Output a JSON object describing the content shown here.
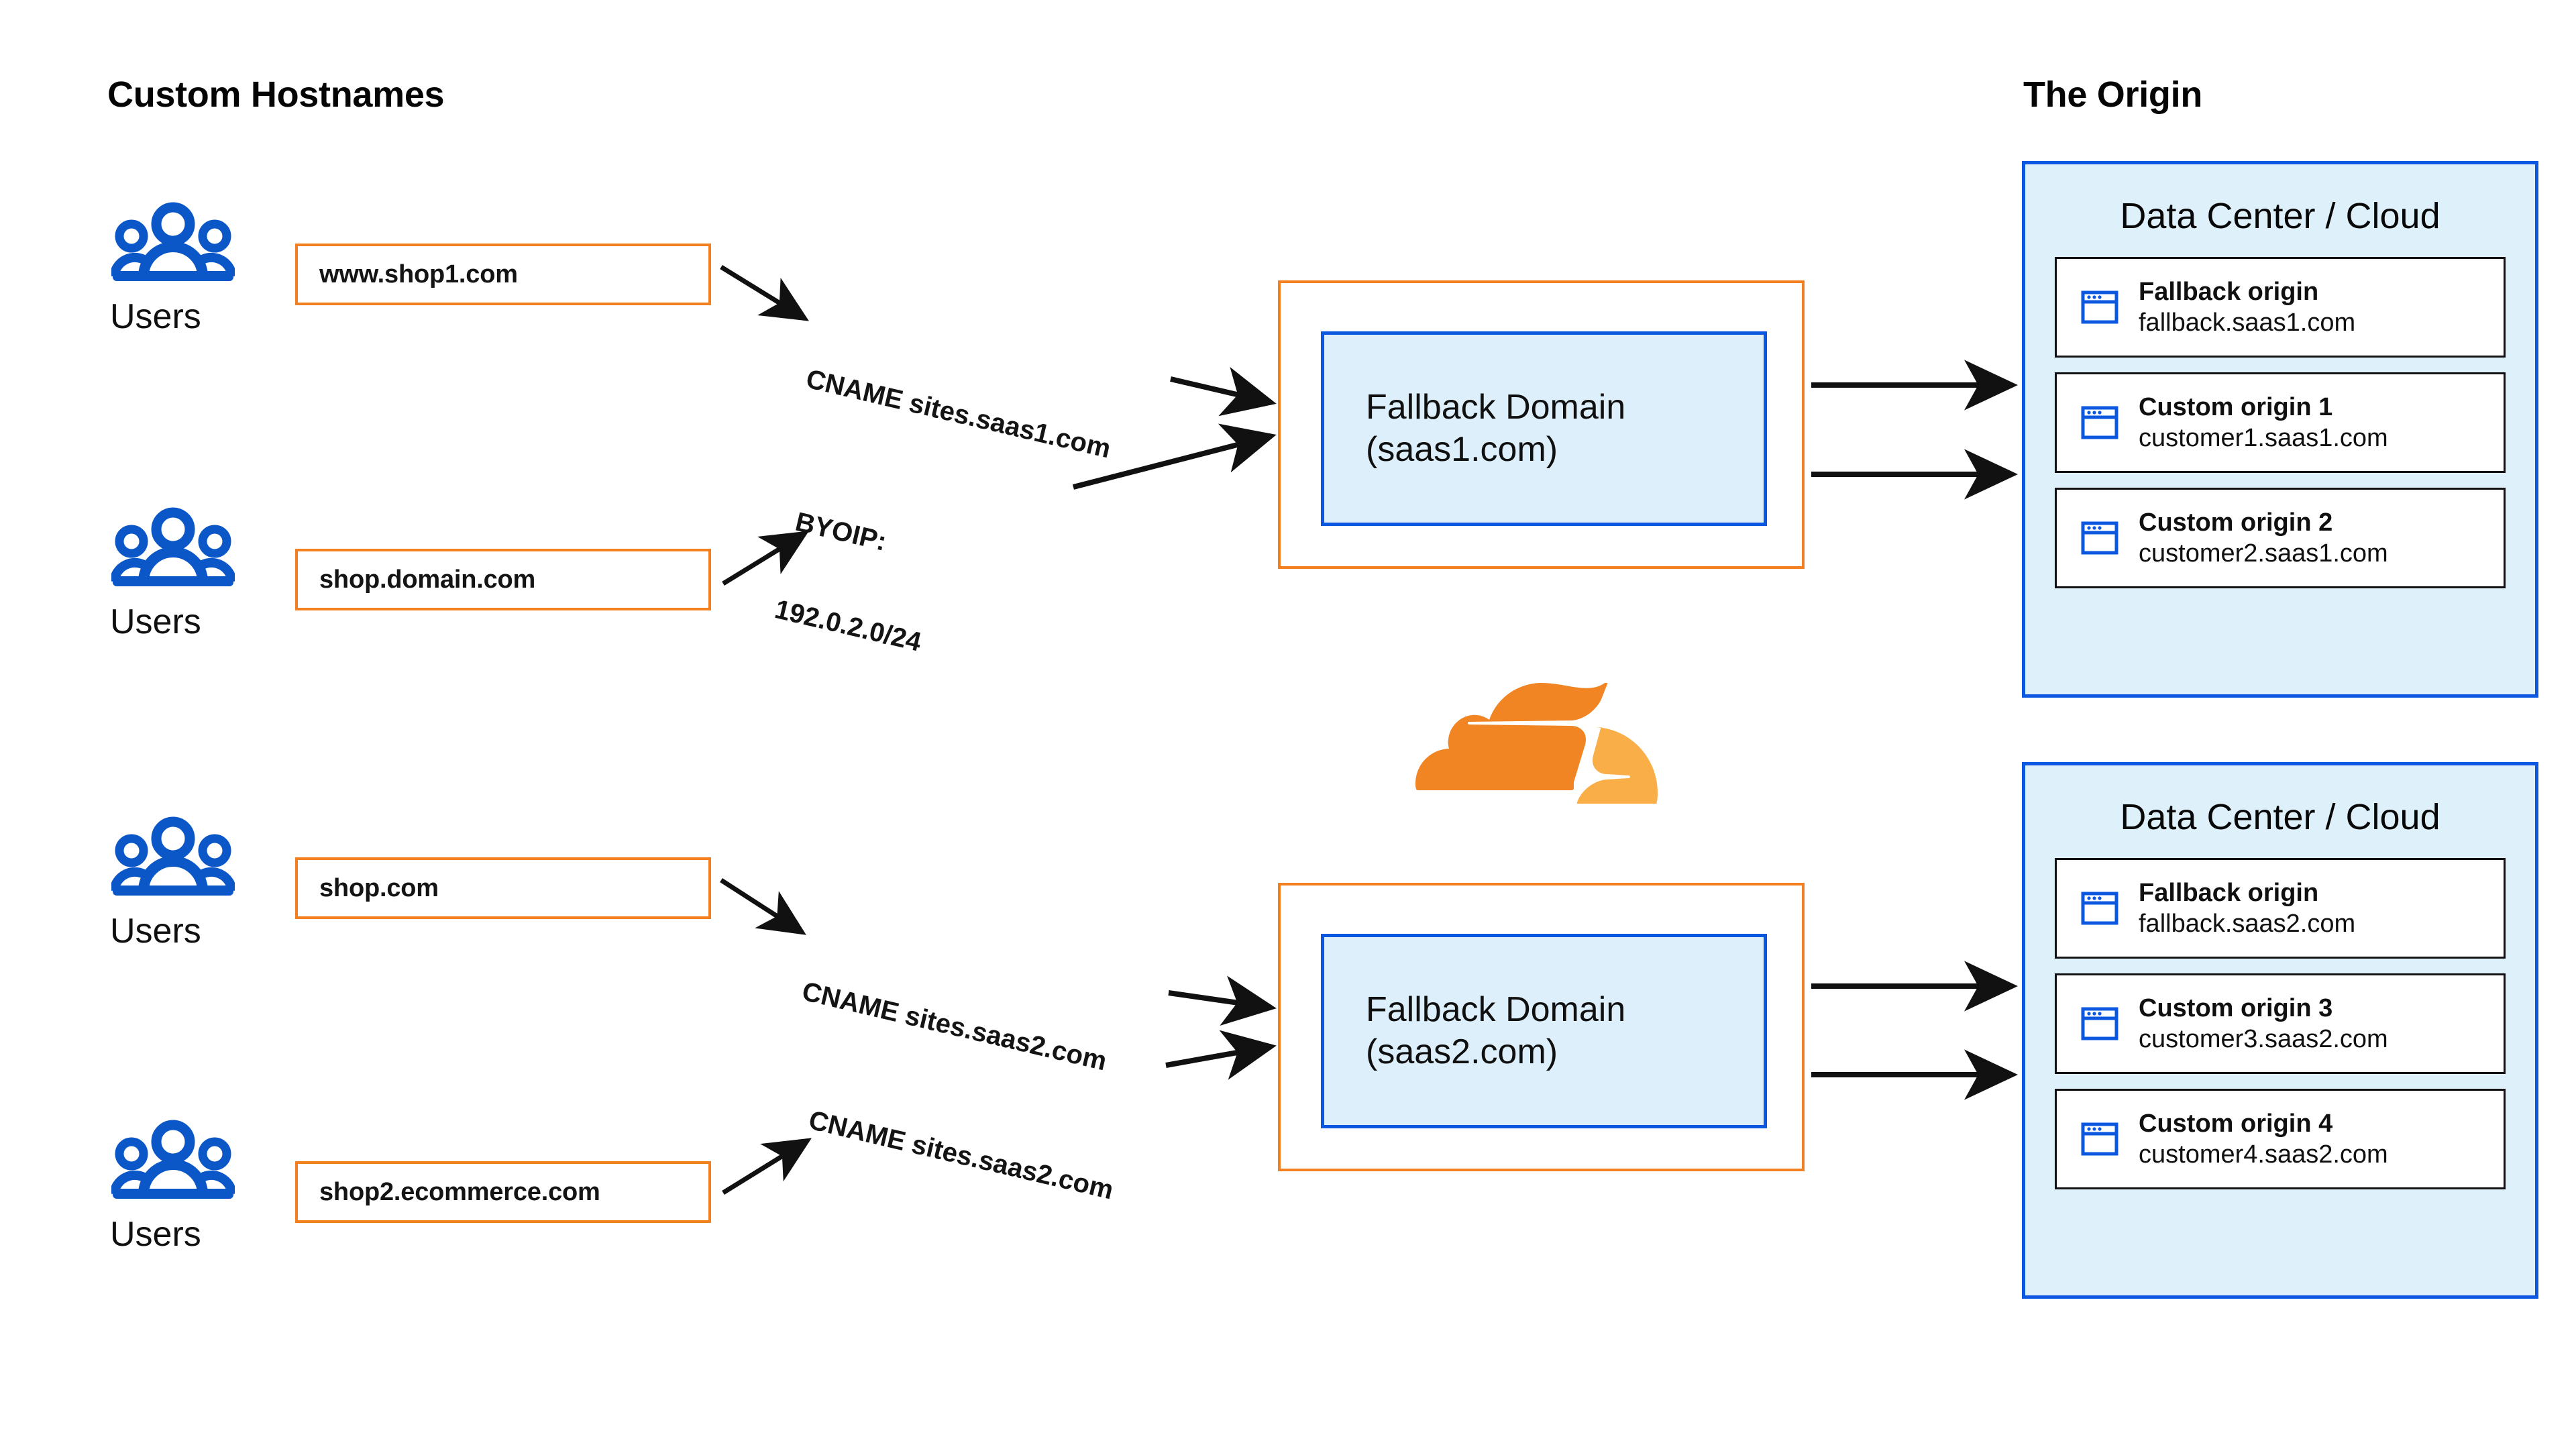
{
  "headings": {
    "left": "Custom Hostnames",
    "right": "The Origin"
  },
  "colors": {
    "orange_border": "#F38020",
    "blue_border": "#0B57E0",
    "blue_fill": "#DEF1FB",
    "users_icon_blue": "#0B57C8",
    "cloudflare_orange_dark": "#F18524",
    "cloudflare_orange_light": "#F9AE47",
    "arrow_black": "#111111"
  },
  "user_groups": [
    {
      "icon": "users-icon",
      "label": "Users"
    },
    {
      "icon": "users-icon",
      "label": "Users"
    },
    {
      "icon": "users-icon",
      "label": "Users"
    },
    {
      "icon": "users-icon",
      "label": "Users"
    }
  ],
  "hostnames": [
    {
      "value": "www.shop1.com"
    },
    {
      "value": "shop.domain.com"
    },
    {
      "value": "shop.com"
    },
    {
      "value": "shop2.ecommerce.com"
    }
  ],
  "connector_labels": [
    {
      "line1": "CNAME sites.saas1.com",
      "line2": ""
    },
    {
      "line1": "BYOIP:",
      "line2": "192.0.2.0/24"
    },
    {
      "line1": "CNAME sites.saas2.com",
      "line2": ""
    },
    {
      "line1": "CNAME sites.saas2.com",
      "line2": ""
    }
  ],
  "fallback_domains": [
    {
      "title": "Fallback Domain",
      "domain": "(saas1.com)"
    },
    {
      "title": "Fallback Domain",
      "domain": "(saas2.com)"
    }
  ],
  "logo": {
    "name": "cloudflare-logo"
  },
  "origin_panels": [
    {
      "title": "Data Center / Cloud",
      "cards": [
        {
          "icon": "browser-window-icon",
          "name": "Fallback origin",
          "host": "fallback.saas1.com"
        },
        {
          "icon": "browser-window-icon",
          "name": "Custom origin 1",
          "host": "customer1.saas1.com"
        },
        {
          "icon": "browser-window-icon",
          "name": "Custom origin 2",
          "host": "customer2.saas1.com"
        }
      ]
    },
    {
      "title": "Data Center / Cloud",
      "cards": [
        {
          "icon": "browser-window-icon",
          "name": "Fallback origin",
          "host": "fallback.saas2.com"
        },
        {
          "icon": "browser-window-icon",
          "name": "Custom origin 3",
          "host": "customer3.saas2.com"
        },
        {
          "icon": "browser-window-icon",
          "name": "Custom origin 4",
          "host": "customer4.saas2.com"
        }
      ]
    }
  ]
}
